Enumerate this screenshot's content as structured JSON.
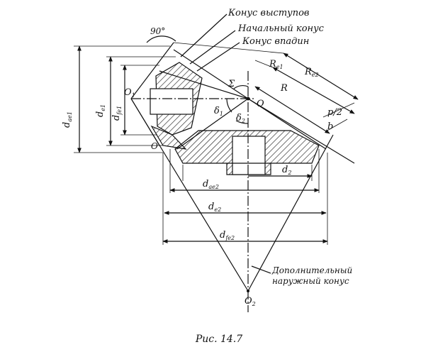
{
  "figure": {
    "caption": "Рис. 14.7",
    "labels": {
      "cone_tips": "Конус выступов",
      "pitch_cone": "Начальный конус",
      "cone_roots": "Конус впадин",
      "supplementary_cone_1": "Дополнительный",
      "supplementary_cone_2": "наружный конус",
      "angle_90": "90°",
      "O": "O",
      "O1": "O",
      "O1_sub": "1",
      "O2": "O",
      "O2_sub": "2",
      "O_small": "O",
      "Sigma": "Σ",
      "delta1": "δ",
      "delta1_sub": "1",
      "delta2": "δ",
      "delta2_sub": "2",
      "R": "R",
      "Re1": "R",
      "Re1_sub": "e1",
      "Re2": "R",
      "Re2_sub": "e2",
      "p2": "p/2",
      "b": "b",
      "d_ae1": "d",
      "d_ae1_sub": "ae1",
      "d_e1": "d",
      "d_e1_sub": "e1",
      "d_fe1": "d",
      "d_fe1_sub": "fe1",
      "d2": "d",
      "d2_sub": "2",
      "d_ae2": "d",
      "d_ae2_sub": "ae2",
      "d_e2": "d",
      "d_e2_sub": "e2",
      "d_fe2": "d",
      "d_fe2_sub": "fe2"
    },
    "colors": {
      "ink": "#111111",
      "hatch": "#222222"
    }
  }
}
